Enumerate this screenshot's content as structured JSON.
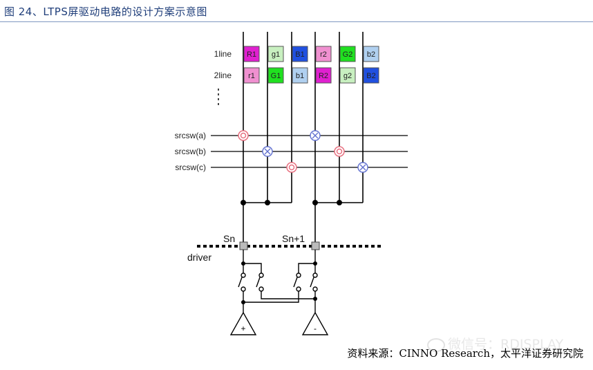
{
  "title": "图 24、LTPS屏驱动电路的设计方案示意图",
  "rows": [
    {
      "label": "1line",
      "cells": [
        {
          "text": "R1",
          "color": "#e020d0"
        },
        {
          "text": "g1",
          "color": "#c8f0c0"
        },
        {
          "text": "B1",
          "color": "#2050e0"
        },
        {
          "text": "r2",
          "color": "#f090d0"
        },
        {
          "text": "G2",
          "color": "#20e020"
        },
        {
          "text": "b2",
          "color": "#b0d0f0"
        }
      ]
    },
    {
      "label": "2line",
      "cells": [
        {
          "text": "r1",
          "color": "#f090d0"
        },
        {
          "text": "G1",
          "color": "#20e020"
        },
        {
          "text": "b1",
          "color": "#b0d0f0"
        },
        {
          "text": "R2",
          "color": "#e020d0"
        },
        {
          "text": "g2",
          "color": "#c8f0c0"
        },
        {
          "text": "B2",
          "color": "#2050e0"
        }
      ]
    }
  ],
  "switch_lines": [
    "srcsw(a)",
    "srcsw(b)",
    "srcsw(c)"
  ],
  "node_labels": {
    "sn": "Sn",
    "sn1": "Sn+1",
    "driver": "driver"
  },
  "amps": {
    "left": "+",
    "right": "-"
  },
  "colors": {
    "switch_on": "#e87080",
    "switch_off": "#6070d0",
    "title": "#1f3e7a"
  },
  "source": "资料来源：CINNO Research，太平洋证券研究院",
  "watermark": "微信号：RDISPLAY"
}
